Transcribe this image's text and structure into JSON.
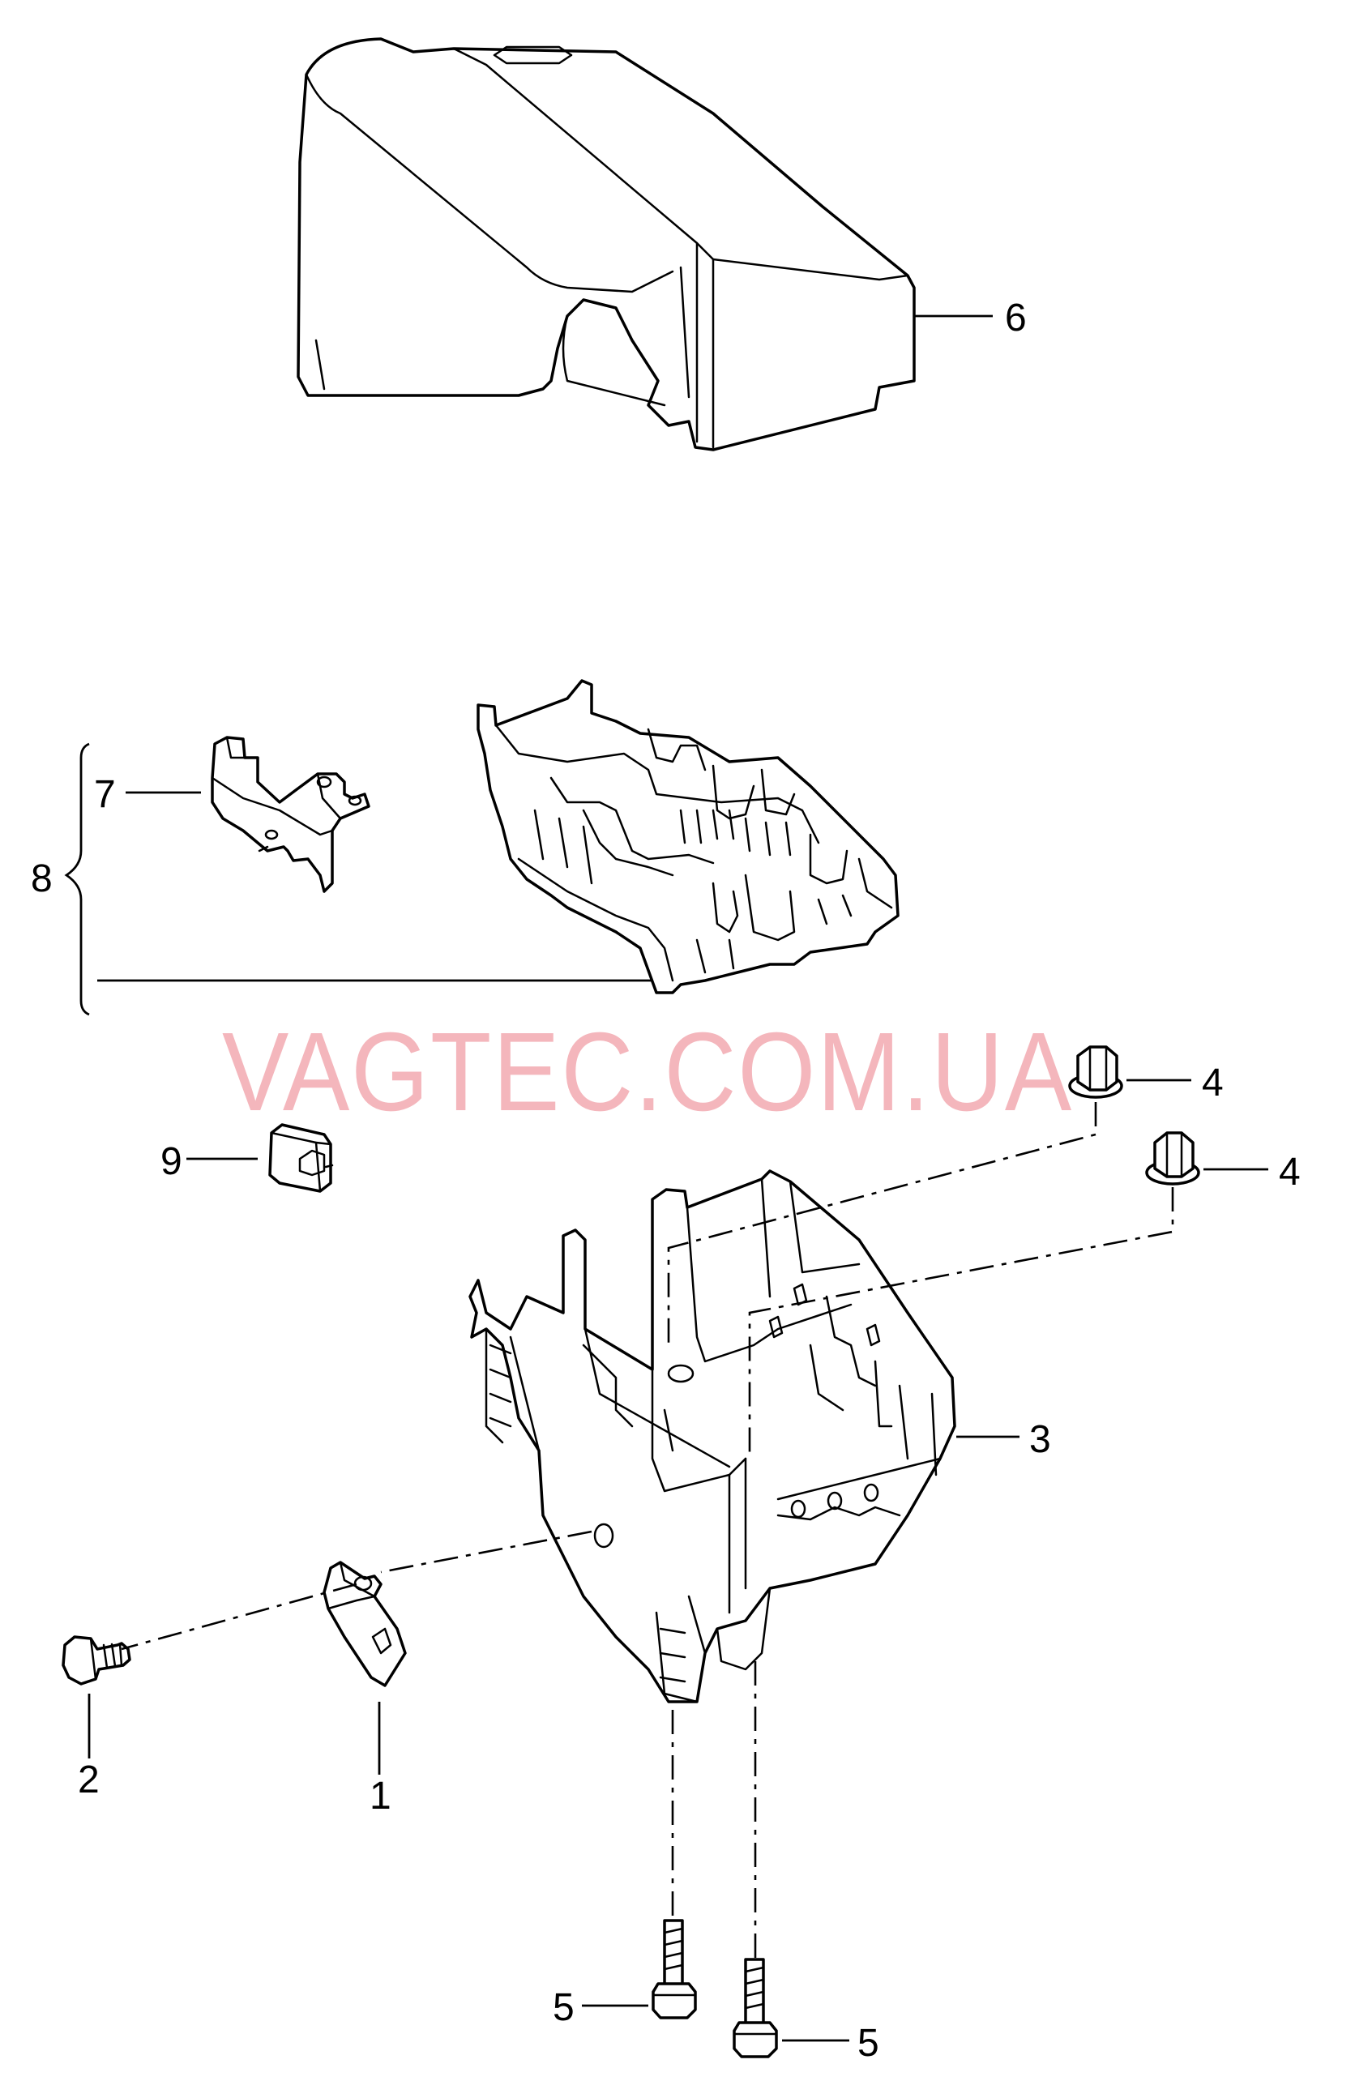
{
  "watermark": "VAGTEC.COM.UA",
  "callouts": {
    "c1": "1",
    "c2": "2",
    "c3": "3",
    "c4a": "4",
    "c4b": "4",
    "c5a": "5",
    "c5b": "5",
    "c6": "6",
    "c7": "7",
    "c8": "8",
    "c9": "9"
  }
}
